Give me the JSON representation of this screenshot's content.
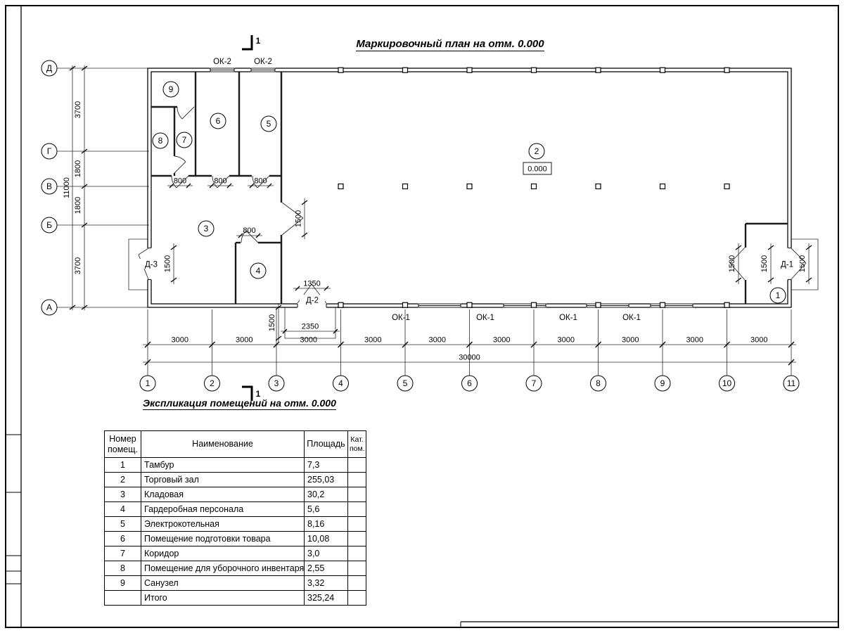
{
  "titles": {
    "plan": "Маркировочный план на отм. 0.000",
    "table": "Экспликация помещений на отм. 0.000"
  },
  "plan": {
    "section_mark": "1",
    "elevation": "0.000",
    "window_top_label": "ОК-2",
    "window_bottom_label": "ОК-1",
    "door_d1": "Д-1",
    "door_d2": "Д-2",
    "door_d3": "Д-3",
    "dim_800": "800",
    "dim_1500": "1500",
    "dim_1350": "1350",
    "dim_2350": "2350",
    "dim_3000": "3000",
    "dim_total_width": "30000",
    "dim_3700": "3700",
    "dim_1800": "1800",
    "dim_total_height": "11000",
    "axes_bottom": [
      "1",
      "2",
      "3",
      "4",
      "5",
      "6",
      "7",
      "8",
      "9",
      "10",
      "11"
    ],
    "axes_left": [
      "Д",
      "Г",
      "В",
      "Б",
      "А"
    ],
    "rooms": [
      "1",
      "2",
      "3",
      "4",
      "5",
      "6",
      "7",
      "8",
      "9"
    ]
  },
  "table": {
    "header": {
      "num": "Номер помещ.",
      "name": "Наименование",
      "area": "Площадь",
      "cat": "Кат. пом."
    },
    "rows": [
      {
        "num": "1",
        "name": "Тамбур",
        "area": "7,3",
        "cat": ""
      },
      {
        "num": "2",
        "name": "Торговый зал",
        "area": "255,03",
        "cat": ""
      },
      {
        "num": "3",
        "name": "Кладовая",
        "area": "30,2",
        "cat": ""
      },
      {
        "num": "4",
        "name": "Гардеробная персонала",
        "area": "5,6",
        "cat": ""
      },
      {
        "num": "5",
        "name": "Электрокотельная",
        "area": "8,16",
        "cat": ""
      },
      {
        "num": "6",
        "name": "Помещение подготовки товара",
        "area": "10,08",
        "cat": ""
      },
      {
        "num": "7",
        "name": "Коридор",
        "area": "3,0",
        "cat": ""
      },
      {
        "num": "8",
        "name": "Помещение для уборочного инвентаря",
        "area": "2,55",
        "cat": ""
      },
      {
        "num": "9",
        "name": "Санузел",
        "area": "3,32",
        "cat": ""
      },
      {
        "num": "",
        "name": "Итого",
        "area": "325,24",
        "cat": ""
      }
    ]
  }
}
